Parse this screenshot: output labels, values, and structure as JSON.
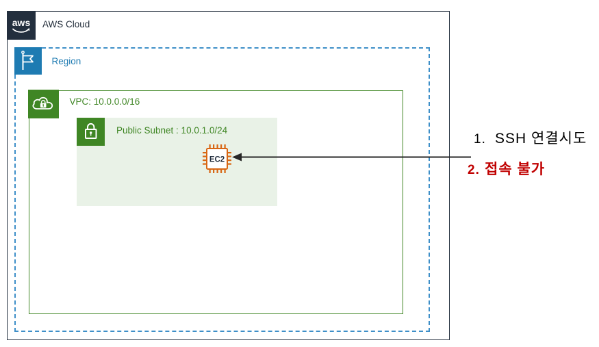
{
  "colors": {
    "aws_dark": "#232F3E",
    "region_blue": "#1E7BB2",
    "region_border_blue": "#3E8FC8",
    "vpc_green": "#3F8624",
    "subnet_fill_green": "#E9F2E7",
    "ec2_orange": "#D86613",
    "annotation_black": "#000000",
    "annotation_red": "#C00000"
  },
  "diagram": {
    "aws_cloud": {
      "label": "AWS Cloud",
      "logo_text": "aws"
    },
    "region": {
      "label": "Region"
    },
    "vpc": {
      "label": "VPC: 10.0.0.0/16"
    },
    "public_subnet": {
      "label": "Public Subnet : 10.0.1.0/24"
    },
    "ec2": {
      "label": "EC2"
    }
  },
  "annotations": [
    {
      "number": "1.",
      "text": "SSH 연결시도",
      "color": "#000000",
      "emphasis": "normal"
    },
    {
      "number": "2.",
      "text": "접속 불가",
      "color": "#C00000",
      "emphasis": "bold"
    }
  ]
}
